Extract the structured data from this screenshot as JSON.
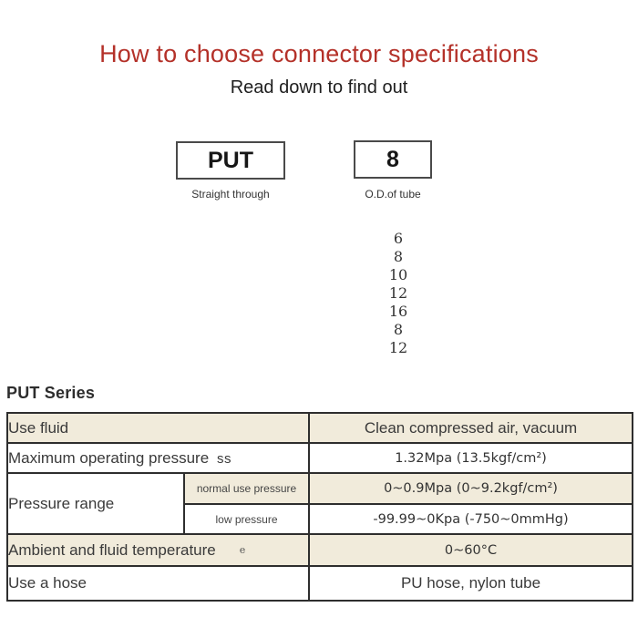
{
  "page": {
    "title": "How to choose connector specifications",
    "subtitle": "Read down to find out",
    "title_color": "#b43129"
  },
  "code_breakdown": {
    "segments": [
      {
        "code": "PUT",
        "meaning": "Straight through"
      },
      {
        "code": "8",
        "meaning": "O.D.of tube"
      }
    ],
    "tube_od_options": [
      "6",
      "8",
      "10",
      "12",
      "16",
      "8",
      "12"
    ]
  },
  "series": {
    "heading": "PUT Series"
  },
  "spec_table": {
    "stripe_color": "#f1ebdb",
    "border_color": "#2e2e2e",
    "rows": [
      {
        "label": "Use fluid",
        "value": "Clean compressed air, vacuum"
      },
      {
        "label": "Maximum operating pressure",
        "value": "1.32Mpa (13.5kgf/cm²)"
      },
      {
        "label": "Pressure range",
        "sub_rows": [
          {
            "sub_label": "normal use pressure",
            "value": "0~0.9Mpa (0~9.2kgf/cm²)"
          },
          {
            "sub_label": "low pressure",
            "value": "-99.99~0Kpa (-750~0mmHg)"
          }
        ]
      },
      {
        "label": "Ambient and fluid temperature",
        "value": "0~60°C"
      },
      {
        "label": "Use a hose",
        "value": "PU hose, nylon tube"
      }
    ]
  },
  "artifacts": {
    "overlap_ss": "ss",
    "stray_e": "e"
  }
}
